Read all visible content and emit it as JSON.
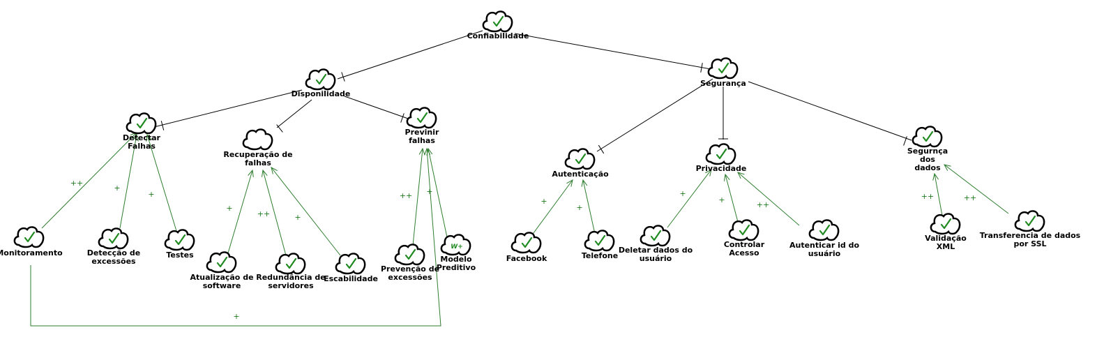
{
  "nodes": {
    "confiabilidade": {
      "label": [
        "Confiabilidade"
      ],
      "icon": "check-cloud-icon"
    },
    "disponibilidade": {
      "label": [
        "Disponilidade"
      ],
      "icon": "check-cloud-icon"
    },
    "seguranca": {
      "label": [
        "Segurança"
      ],
      "icon": "check-cloud-icon"
    },
    "detectar_falhas": {
      "label": [
        "Detectar",
        "Falhas"
      ],
      "icon": "check-cloud-icon"
    },
    "recuperacao_falhas": {
      "label": [
        "Recuperação de",
        "falhas"
      ],
      "icon": "cloud-icon"
    },
    "previnir_falhas": {
      "label": [
        "Previnir",
        "falhas"
      ],
      "icon": "check-cloud-icon"
    },
    "autenticacao": {
      "label": [
        "Autenticação"
      ],
      "icon": "check-cloud-icon"
    },
    "privacidade": {
      "label": [
        "Privacidade"
      ],
      "icon": "check-cloud-icon"
    },
    "seguranca_dados": {
      "label": [
        "Segurnça",
        "dos",
        "dados"
      ],
      "icon": "check-cloud-icon"
    },
    "monitoramento": {
      "label": [
        "Monitoramento"
      ],
      "icon": "check-cloud-icon"
    },
    "deteccao_excessoes": {
      "label": [
        "Detecção de",
        "excessões"
      ],
      "icon": "check-cloud-icon"
    },
    "testes": {
      "label": [
        "Testes"
      ],
      "icon": "check-cloud-icon"
    },
    "atualizacao_software": {
      "label": [
        "Atualização de",
        "software"
      ],
      "icon": "check-cloud-icon"
    },
    "redundancia_servidores": {
      "label": [
        "Redundância de",
        "servidores"
      ],
      "icon": "check-cloud-icon"
    },
    "escabilidade": {
      "label": [
        "Escabilidade"
      ],
      "icon": "check-cloud-icon"
    },
    "prevencao_excessoes": {
      "label": [
        "Prevenção de",
        "excessões"
      ],
      "icon": "check-cloud-icon"
    },
    "modelo_preditivo": {
      "label": [
        "Modelo",
        "Preditivo"
      ],
      "icon": "weak-positive-cloud-icon",
      "badge": "W+"
    },
    "facebook": {
      "label": [
        "Facebook"
      ],
      "icon": "check-cloud-icon"
    },
    "telefone": {
      "label": [
        "Telefone"
      ],
      "icon": "check-cloud-icon"
    },
    "deletar_dados": {
      "label": [
        "Deletar dados do",
        "usuário"
      ],
      "icon": "check-cloud-icon"
    },
    "controlar_acesso": {
      "label": [
        "Controlar",
        "Acesso"
      ],
      "icon": "check-cloud-icon"
    },
    "autenticar_id": {
      "label": [
        "Autenticar id do",
        "usuário"
      ],
      "icon": "check-cloud-icon"
    },
    "validacao_xml": {
      "label": [
        "Validação",
        "XML"
      ],
      "icon": "check-cloud-icon"
    },
    "transferencia_ssl": {
      "label": [
        "Transferencia de dados",
        "por SSL"
      ],
      "icon": "check-cloud-icon"
    }
  },
  "decompositions": [
    {
      "from": "disponibilidade",
      "to": "confiabilidade"
    },
    {
      "from": "seguranca",
      "to": "confiabilidade"
    },
    {
      "from": "detectar_falhas",
      "to": "disponibilidade"
    },
    {
      "from": "recuperacao_falhas",
      "to": "disponibilidade"
    },
    {
      "from": "previnir_falhas",
      "to": "disponibilidade"
    },
    {
      "from": "autenticacao",
      "to": "seguranca"
    },
    {
      "from": "privacidade",
      "to": "seguranca"
    },
    {
      "from": "seguranca_dados",
      "to": "seguranca"
    }
  ],
  "contributions": [
    {
      "from": "monitoramento",
      "to": "detectar_falhas",
      "label": "++"
    },
    {
      "from": "deteccao_excessoes",
      "to": "detectar_falhas",
      "label": "+"
    },
    {
      "from": "testes",
      "to": "detectar_falhas",
      "label": "+"
    },
    {
      "from": "atualizacao_software",
      "to": "recuperacao_falhas",
      "label": "+"
    },
    {
      "from": "redundancia_servidores",
      "to": "recuperacao_falhas",
      "label": "++"
    },
    {
      "from": "escabilidade",
      "to": "recuperacao_falhas",
      "label": "+"
    },
    {
      "from": "prevencao_excessoes",
      "to": "previnir_falhas",
      "label": "++"
    },
    {
      "from": "modelo_preditivo",
      "to": "previnir_falhas",
      "label": "+"
    },
    {
      "from": "monitoramento",
      "to": "previnir_falhas",
      "label": "+"
    },
    {
      "from": "facebook",
      "to": "autenticacao",
      "label": "+"
    },
    {
      "from": "telefone",
      "to": "autenticacao",
      "label": "+"
    },
    {
      "from": "deletar_dados",
      "to": "privacidade",
      "label": "+"
    },
    {
      "from": "controlar_acesso",
      "to": "privacidade",
      "label": "+"
    },
    {
      "from": "autenticar_id",
      "to": "privacidade",
      "label": "++"
    },
    {
      "from": "validacao_xml",
      "to": "seguranca_dados",
      "label": "++"
    },
    {
      "from": "transferencia_ssl",
      "to": "seguranca_dados",
      "label": "++"
    }
  ]
}
